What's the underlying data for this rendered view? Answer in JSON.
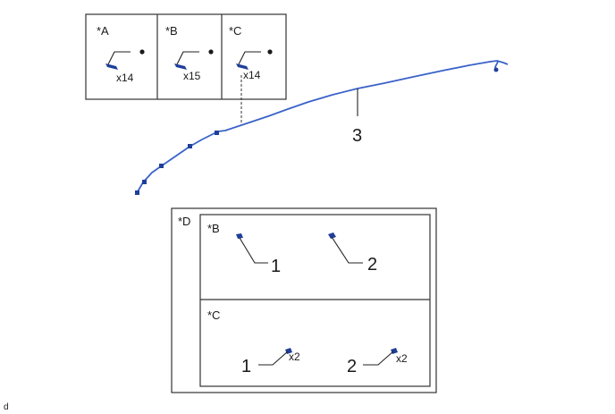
{
  "colors": {
    "wire": "#3a62c8",
    "clip": "#1f3f9a",
    "line": "#222222",
    "frame": "#333333"
  },
  "legend": {
    "panels": [
      {
        "label": "*A",
        "count": "x14"
      },
      {
        "label": "*B",
        "count": "x15"
      },
      {
        "label": "*C",
        "count": "x14"
      }
    ]
  },
  "harness": {
    "callout": "3"
  },
  "detail": {
    "label": "*D",
    "sections": [
      {
        "label": "*B",
        "callouts": [
          "1",
          "2"
        ],
        "counts": [
          "",
          ""
        ]
      },
      {
        "label": "*C",
        "callouts": [
          "1",
          "2"
        ],
        "counts": [
          "x2",
          "x2"
        ]
      }
    ]
  },
  "corner_mark": "d"
}
